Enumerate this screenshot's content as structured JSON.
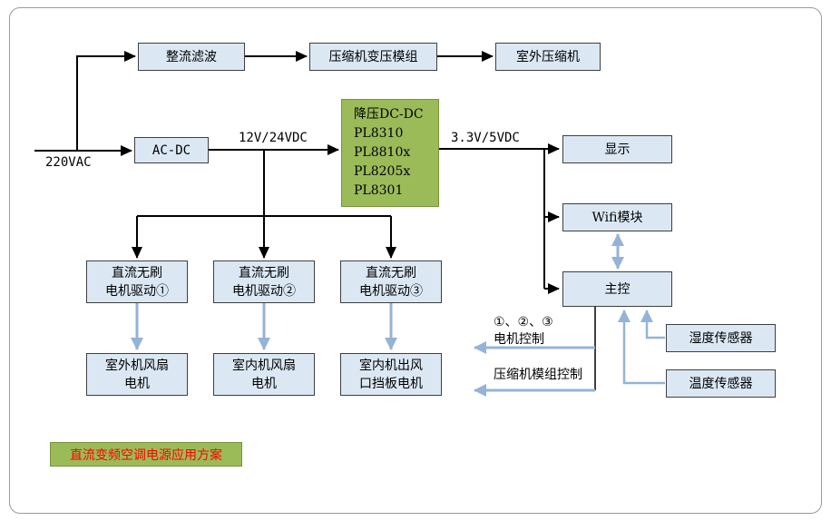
{
  "colors": {
    "box_fill": "#dbe8f4",
    "box_border": "#3f3f3f",
    "green_fill": "#9bbb59",
    "green_border": "#77933c",
    "banner_fill": "#9bbb59",
    "banner_border": "#77933c",
    "banner_text": "#ff0000",
    "arrow_black": "#000000",
    "arrow_blue": "#95b3d7",
    "frame_border": "#9a9a9a",
    "text": "#000000"
  },
  "nodes": {
    "rectifier_filter": "整流滤波",
    "compressor_transformer_module": "压缩机变压模组",
    "outdoor_compressor": "室外压缩机",
    "ac_dc": "AC-DC",
    "buck_dc_dc": "降压DC-DC\nPL8310\nPL8810x\nPL8205x\nPL8301",
    "display": "显示",
    "wifi_module": "Wifi模块",
    "main_control": "主控",
    "motor_driver_1": "直流无刷\n电机驱动①",
    "motor_driver_2": "直流无刷\n电机驱动②",
    "motor_driver_3": "直流无刷\n电机驱动③",
    "outdoor_fan_motor": "室外机风扇\n电机",
    "indoor_fan_motor": "室内机风扇\n电机",
    "indoor_vent_baffle_motor": "室内机出风\n口挡板电机",
    "humidity_sensor": "湿度传感器",
    "temperature_sensor": "温度传感器"
  },
  "labels": {
    "input_voltage": "220VAC",
    "bus_voltage": "12V/24VDC",
    "logic_voltage": "3.3V/5VDC",
    "motor_control": "①、②、③\n电机控制",
    "compressor_control": "压缩机模组控制",
    "banner": "直流变频空调电源应用方案"
  }
}
